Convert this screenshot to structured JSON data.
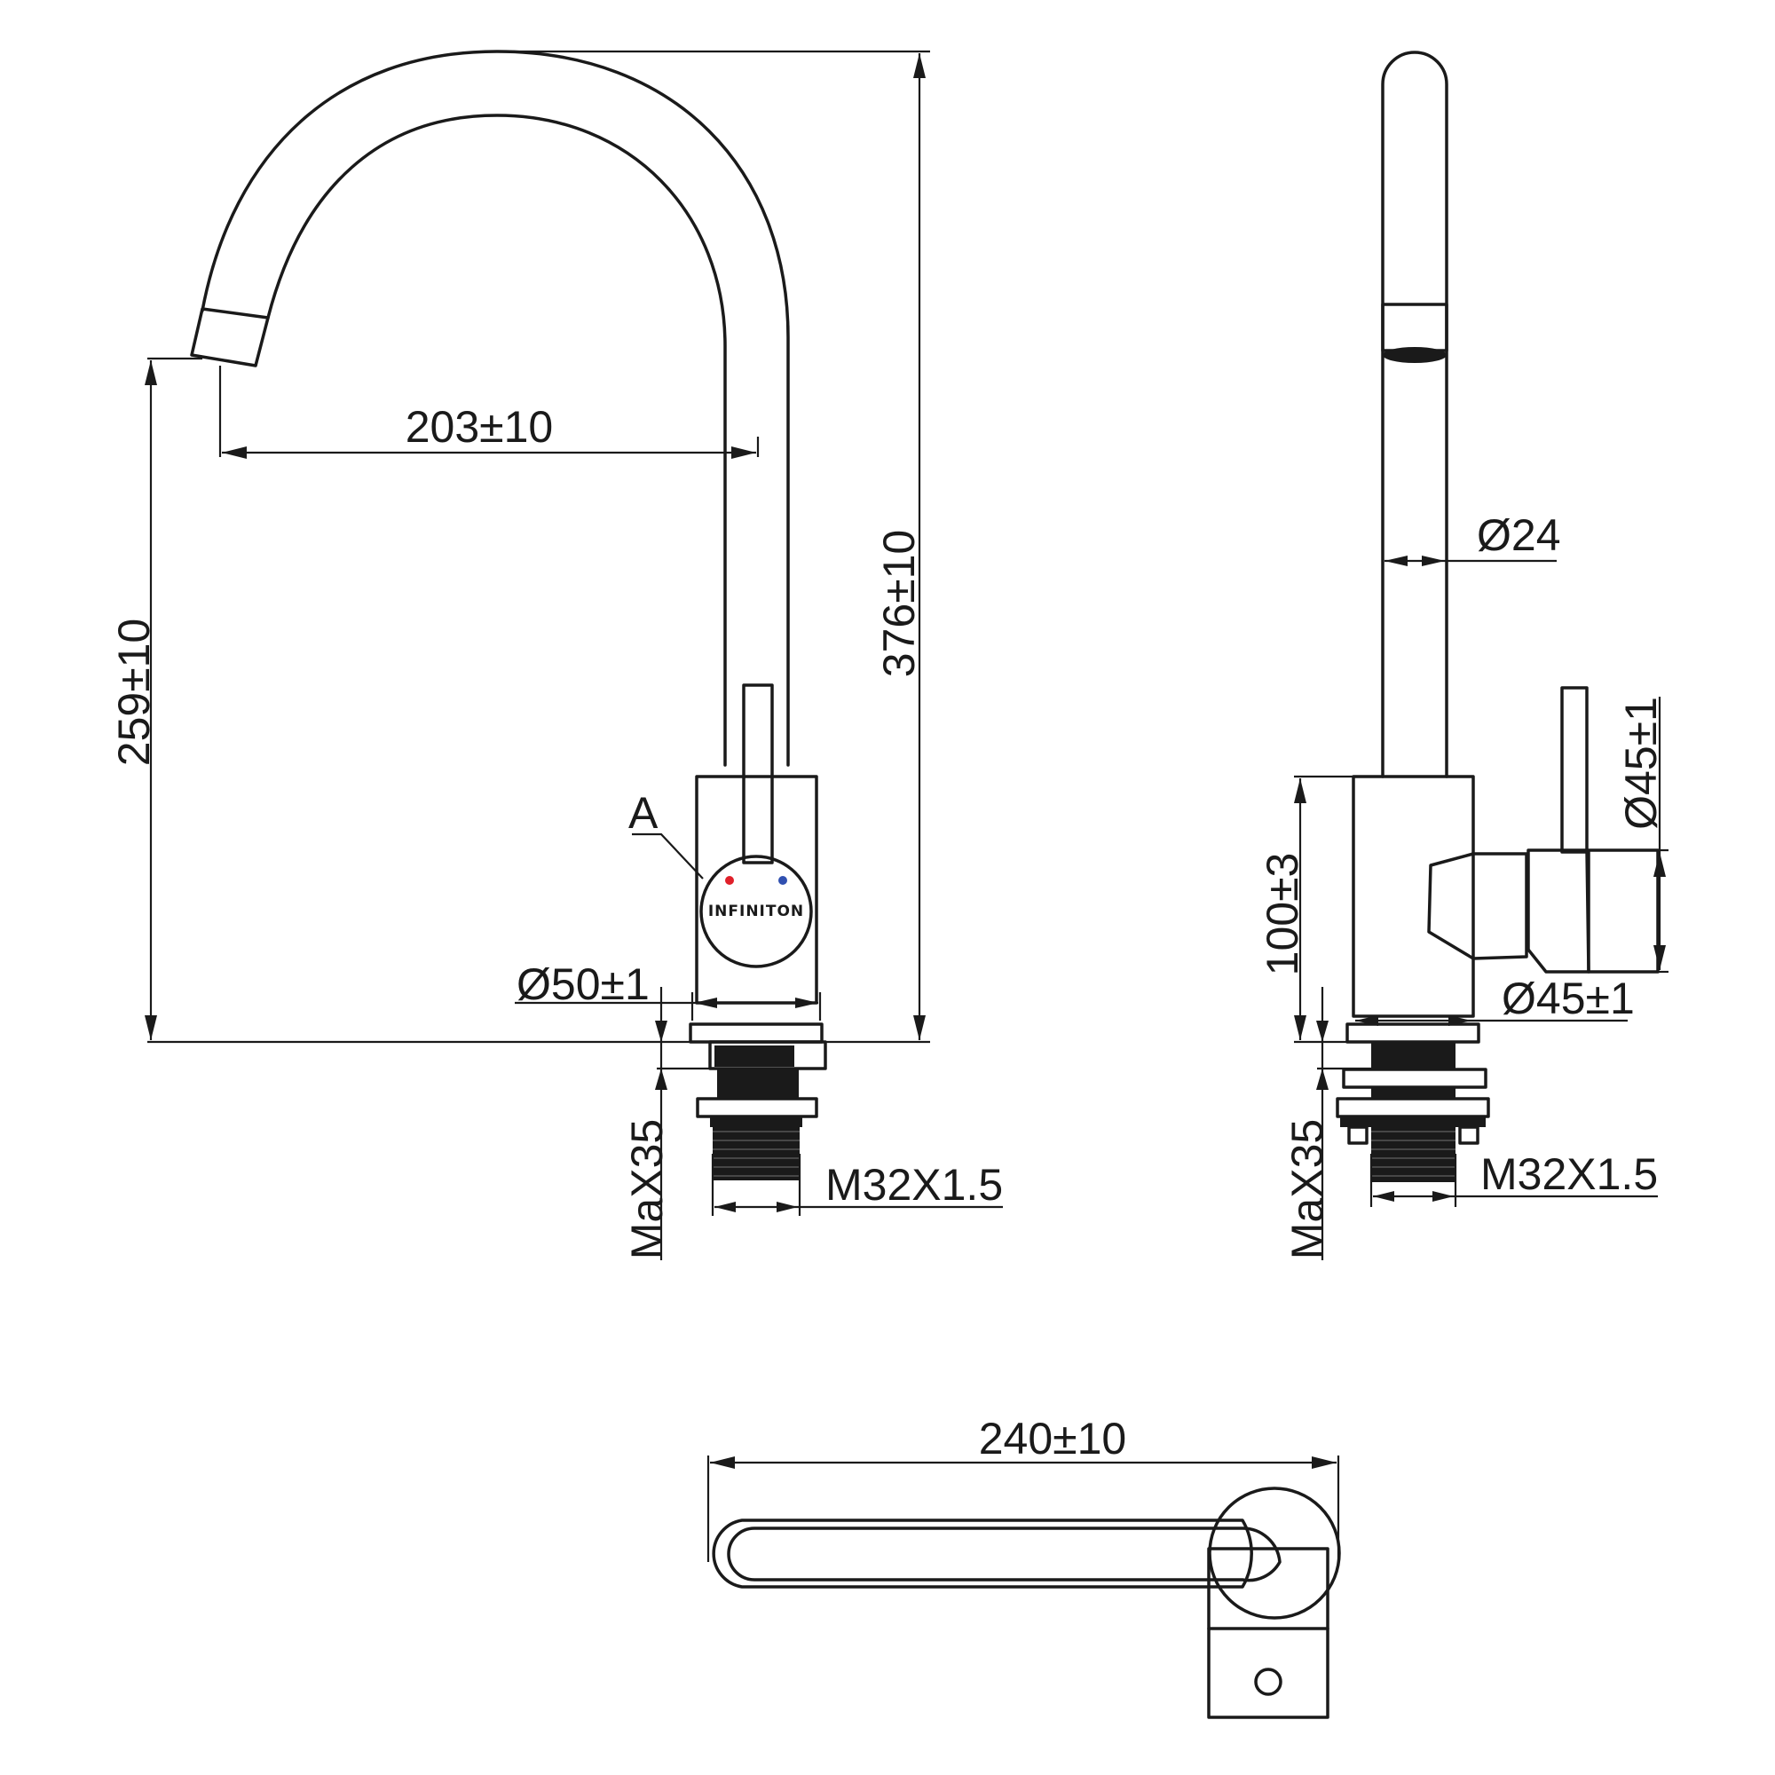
{
  "drawing": {
    "front_view": {
      "reach_dim": "203±10",
      "total_height_dim": "376±10",
      "spout_height_dim": "259±10",
      "base_diameter_dim": "Ø50±1",
      "max_deck_dim": "MaX35",
      "thread_dim": "M32X1.5",
      "callout_label": "A",
      "brand_text": "INFINITON"
    },
    "side_view": {
      "spout_diameter_dim": "Ø24",
      "handle_diameter_dim": "Ø45±1",
      "body_height_dim": "100±3",
      "base_diameter_dim": "Ø45±1",
      "max_deck_dim": "MaX35",
      "thread_dim": "M32X1.5"
    },
    "top_view": {
      "spout_length_dim": "240±10"
    },
    "colors": {
      "hot_indicator": "#e0202a",
      "cold_indicator": "#3050b0",
      "line": "#1a1a1a"
    }
  }
}
